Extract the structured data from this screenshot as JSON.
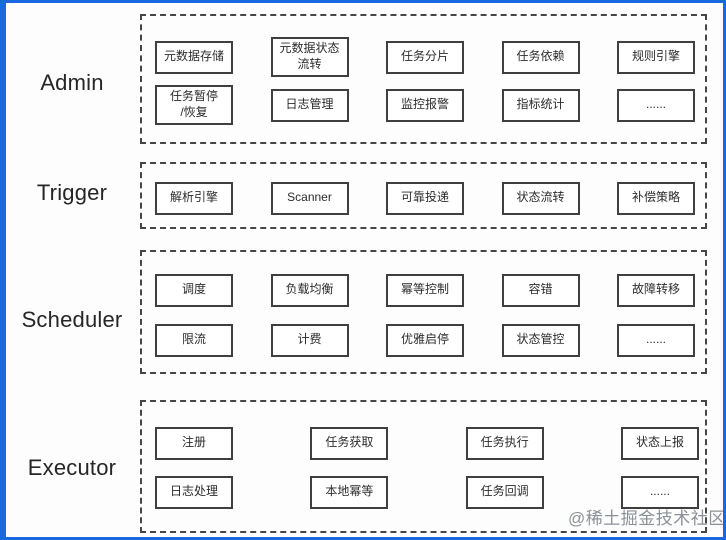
{
  "watermark": "@稀土掘金技术社区",
  "colors": {
    "frame_blue": "#1a67e2",
    "dashed_border": "#464646",
    "box_border": "#3f3f3f",
    "watermark_gray": "#8b9197"
  },
  "sections": [
    {
      "id": "admin",
      "label": "Admin",
      "rows": [
        [
          "元数据存储",
          "元数据状态\n流转",
          "任务分片",
          "任务依赖",
          "规则引擎"
        ],
        [
          "任务暂停\n/恢复",
          "日志管理",
          "监控报警",
          "指标统计",
          "......"
        ]
      ]
    },
    {
      "id": "trigger",
      "label": "Trigger",
      "rows": [
        [
          "解析引擎",
          "Scanner",
          "可靠投递",
          "状态流转",
          "补偿策略"
        ]
      ]
    },
    {
      "id": "scheduler",
      "label": "Scheduler",
      "rows": [
        [
          "调度",
          "负载均衡",
          "幂等控制",
          "容错",
          "故障转移"
        ],
        [
          "限流",
          "计费",
          "优雅启停",
          "状态管控",
          "......"
        ]
      ]
    },
    {
      "id": "executor",
      "label": "Executor",
      "rows": [
        [
          "注册",
          "任务获取",
          "任务执行",
          "状态上报"
        ],
        [
          "日志处理",
          "本地幂等",
          "任务回调",
          "......"
        ]
      ]
    }
  ]
}
